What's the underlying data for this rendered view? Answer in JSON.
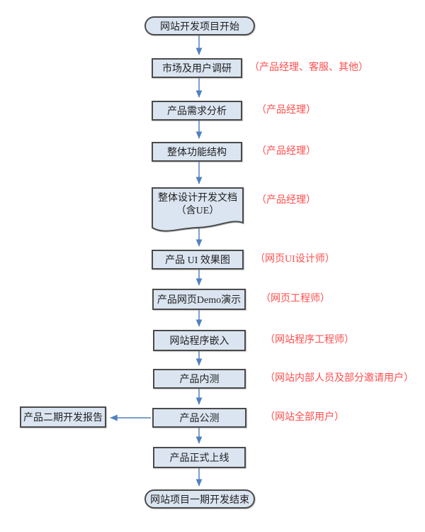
{
  "diagram": {
    "colors": {
      "node_fill": "#dbe5f1",
      "node_border": "#4a4a4a",
      "arrow": "#4f81bd",
      "annotation_text": "#ff4d4d",
      "node_text": "#1f1f1f",
      "background": "#ffffff"
    },
    "start": {
      "label": "网站开发项目开始"
    },
    "steps": [
      {
        "label": "市场及用户调研",
        "annotation": "（产品经理、客服、其他）",
        "shape": "process"
      },
      {
        "label": "产品需求分析",
        "annotation": "（产品经理）",
        "shape": "process"
      },
      {
        "label": "整体功能结构",
        "annotation": "（产品经理）",
        "shape": "process"
      },
      {
        "label": "整体设计开发文档",
        "label2": "（含UE）",
        "annotation": "（产品经理）",
        "shape": "document"
      },
      {
        "label": "产品 UI 效果图",
        "annotation": "（网页UI设计师）",
        "shape": "process"
      },
      {
        "label": "产品网页Demo演示",
        "annotation": "（网页工程师）",
        "shape": "process"
      },
      {
        "label": "网站程序嵌入",
        "annotation": "（网站程序工程师）",
        "shape": "process"
      },
      {
        "label": "产品内测",
        "annotation": "（网站内部人员及部分邀请用户）",
        "shape": "process"
      },
      {
        "label": "产品公测",
        "annotation": "（网站全部用户）",
        "shape": "process"
      },
      {
        "label": "产品正式上线",
        "annotation": "",
        "shape": "process"
      }
    ],
    "side_box": {
      "label": "产品二期开发报告"
    },
    "end": {
      "label": "网站项目一期开发结束"
    }
  }
}
